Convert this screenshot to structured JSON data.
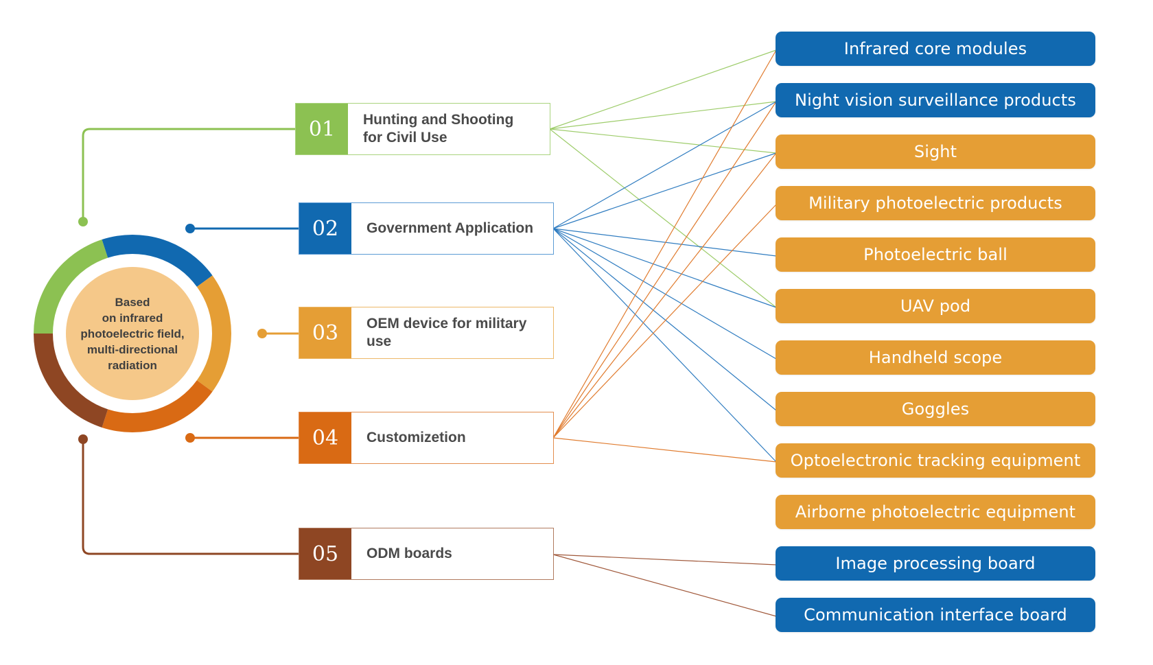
{
  "colors": {
    "green": "#8CC152",
    "blue": "#1169B0",
    "light_orange": "#E59E35",
    "dark_orange": "#D96A14",
    "brown": "#8E4623",
    "hub_fill": "#F5C889",
    "hub_text": "#3F3F3F"
  },
  "hub": {
    "text": "Based\non infrared\nphotoelectric field,\nmulti-directional\nradiation"
  },
  "categories": [
    {
      "id": "01",
      "number": "01",
      "label": "Hunting and Shooting\nfor Civil Use",
      "color": "#8CC152",
      "border": "#A9D37D"
    },
    {
      "id": "02",
      "number": "02",
      "label": "Government Application",
      "color": "#1169B0",
      "border": "#5B9BD5"
    },
    {
      "id": "03",
      "number": "03",
      "label": "OEM device for military use",
      "color": "#E59E35",
      "border": "#EDB868"
    },
    {
      "id": "04",
      "number": "04",
      "label": "Customizetion",
      "color": "#D96A14",
      "border": "#E38D4D"
    },
    {
      "id": "05",
      "number": "05",
      "label": "ODM boards",
      "color": "#8E4623",
      "border": "#B07A5E"
    }
  ],
  "products": [
    {
      "label": "Infrared core modules",
      "color": "#1169B0"
    },
    {
      "label": "Night vision surveillance products",
      "color": "#1169B0"
    },
    {
      "label": "Sight",
      "color": "#E59E35"
    },
    {
      "label": "Military photoelectric products",
      "color": "#E59E35"
    },
    {
      "label": "Photoelectric ball",
      "color": "#E59E35"
    },
    {
      "label": "UAV pod",
      "color": "#E59E35"
    },
    {
      "label": "Handheld scope",
      "color": "#E59E35"
    },
    {
      "label": "Goggles",
      "color": "#E59E35"
    },
    {
      "label": "Optoelectronic tracking equipment",
      "color": "#E59E35"
    },
    {
      "label": "Airborne photoelectric equipment",
      "color": "#E59E35"
    },
    {
      "label": "Image processing board",
      "color": "#1169B0"
    },
    {
      "label": "Communication interface board",
      "color": "#1169B0"
    }
  ],
  "connections": [
    {
      "from": "01",
      "to": [
        0,
        1,
        2,
        5
      ]
    },
    {
      "from": "02",
      "to": [
        1,
        2,
        4,
        5,
        6,
        7,
        8
      ]
    },
    {
      "from": "04",
      "to": [
        0,
        1,
        2,
        3,
        8
      ]
    },
    {
      "from": "05",
      "to": [
        10,
        11
      ]
    }
  ],
  "ring_segments": [
    {
      "category": "01",
      "color": "#8CC152"
    },
    {
      "category": "02",
      "color": "#1169B0"
    },
    {
      "category": "03",
      "color": "#E59E35"
    },
    {
      "category": "04",
      "color": "#D96A14"
    },
    {
      "category": "05",
      "color": "#8E4623"
    }
  ]
}
